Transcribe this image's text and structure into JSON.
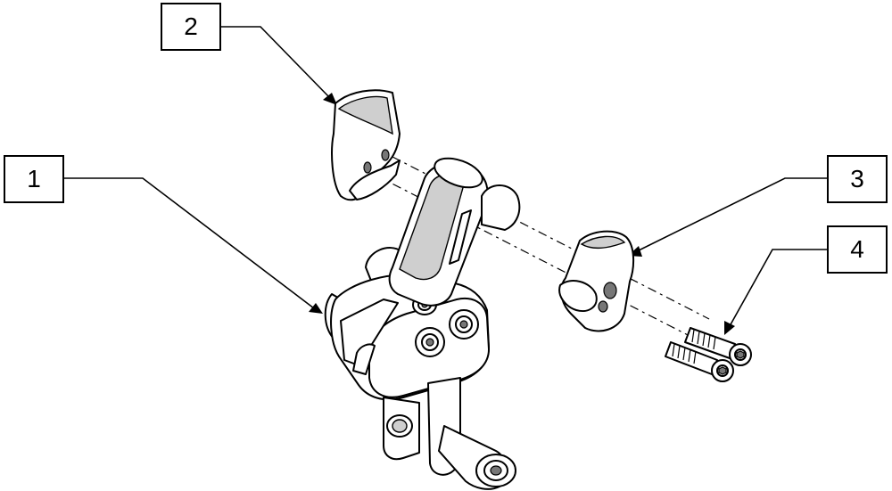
{
  "callouts": {
    "c1": "1",
    "c2": "2",
    "c3": "3",
    "c4": "4"
  },
  "colors": {
    "line": "#000000",
    "background": "#ffffff",
    "shade": "#cfcfcf"
  }
}
